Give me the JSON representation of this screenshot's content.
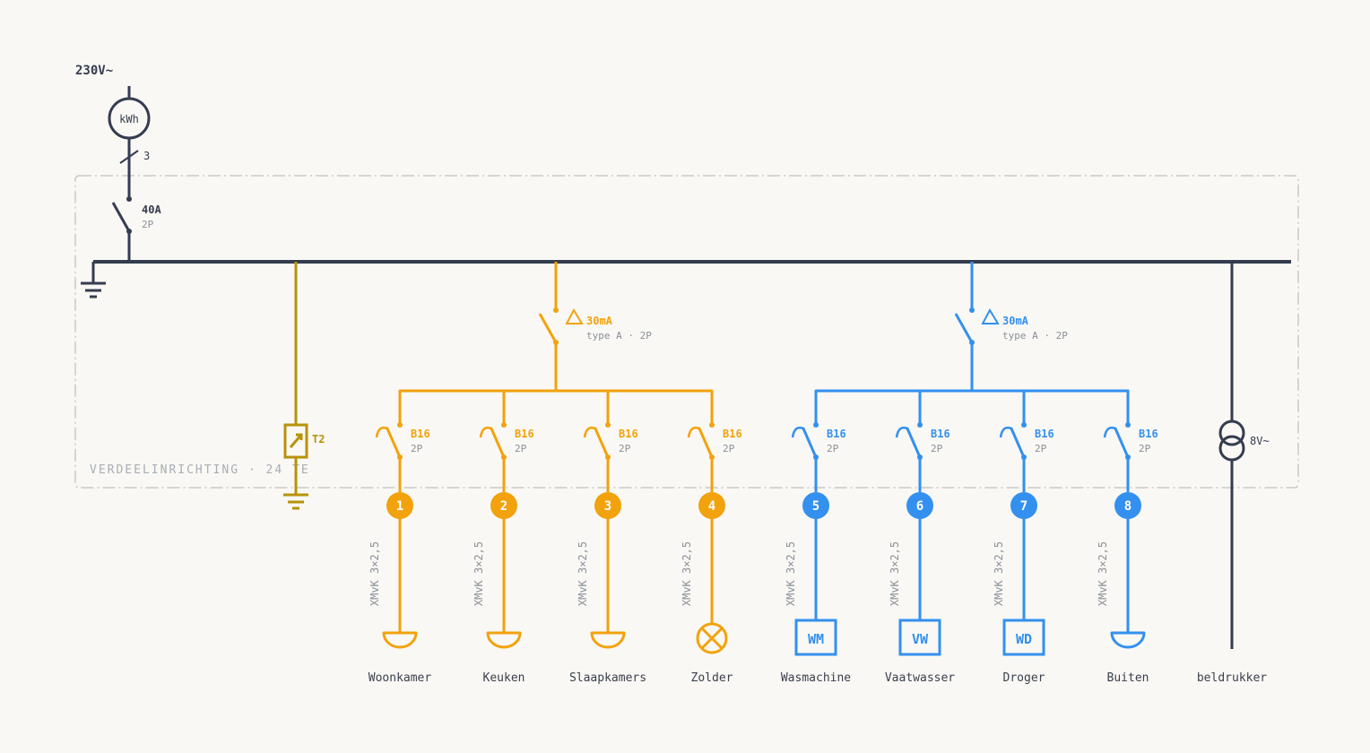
{
  "supply": {
    "label": "230V~"
  },
  "meter": {
    "label": "kWh",
    "conductors": "3"
  },
  "main_switch": {
    "rating": "40A",
    "poles": "2P"
  },
  "enclosure": {
    "label": "VERDEELINRICHTING · 24 TE"
  },
  "surge_protector": {
    "label": "T2"
  },
  "colors": {
    "main": "#343c50",
    "group_a": "#f2a20d",
    "group_b": "#3390ee",
    "spd": "#b8920a",
    "box": "#c9c9c9"
  },
  "rcd": [
    {
      "rating": "30mA",
      "detail": "type A · 2P"
    },
    {
      "rating": "30mA",
      "detail": "type A · 2P"
    }
  ],
  "groups": [
    {
      "number": "1",
      "breaker": "B16",
      "poles": "2P",
      "cable": "XMvK 3×2,5",
      "load": "socket",
      "load_label": "",
      "name": "Woonkamer",
      "rcd": 0
    },
    {
      "number": "2",
      "breaker": "B16",
      "poles": "2P",
      "cable": "XMvK 3×2,5",
      "load": "socket",
      "load_label": "",
      "name": "Keuken",
      "rcd": 0
    },
    {
      "number": "3",
      "breaker": "B16",
      "poles": "2P",
      "cable": "XMvK 3×2,5",
      "load": "socket",
      "load_label": "",
      "name": "Slaapkamers",
      "rcd": 0
    },
    {
      "number": "4",
      "breaker": "B16",
      "poles": "2P",
      "cable": "XMvK 3×2,5",
      "load": "lamp",
      "load_label": "",
      "name": "Zolder",
      "rcd": 0
    },
    {
      "number": "5",
      "breaker": "B16",
      "poles": "2P",
      "cable": "XMvK 3×2,5",
      "load": "appliance",
      "load_label": "WM",
      "name": "Wasmachine",
      "rcd": 1
    },
    {
      "number": "6",
      "breaker": "B16",
      "poles": "2P",
      "cable": "XMvK 3×2,5",
      "load": "appliance",
      "load_label": "VW",
      "name": "Vaatwasser",
      "rcd": 1
    },
    {
      "number": "7",
      "breaker": "B16",
      "poles": "2P",
      "cable": "XMvK 3×2,5",
      "load": "appliance",
      "load_label": "WD",
      "name": "Droger",
      "rcd": 1
    },
    {
      "number": "8",
      "breaker": "B16",
      "poles": "2P",
      "cable": "XMvK 3×2,5",
      "load": "socket",
      "load_label": "",
      "name": "Buiten",
      "rcd": 1
    }
  ],
  "bell_transformer": {
    "voltage": "8V~",
    "name": "beldrukker"
  }
}
